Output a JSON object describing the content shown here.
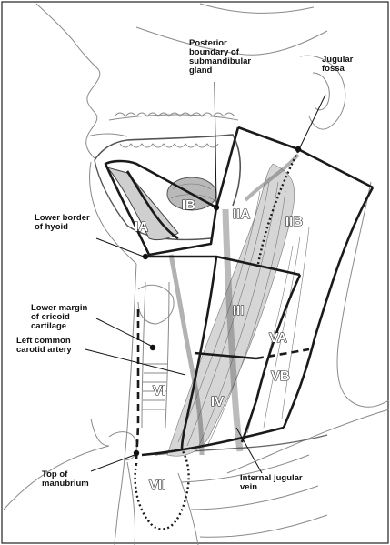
{
  "annotations": {
    "posterior_boundary": [
      "Posterior",
      "boundary of",
      "submandibular",
      "gland"
    ],
    "jugular_fossa": [
      "Jugular",
      "fossa"
    ],
    "lower_border_hyoid": [
      "Lower border",
      "of hyoid"
    ],
    "lower_margin_cricoid": [
      "Lower margin",
      "of cricoid",
      "cartilage"
    ],
    "left_common_carotid": [
      "Left common",
      "carotid artery"
    ],
    "top_of_manubrium": [
      "Top of",
      "manubrium"
    ],
    "internal_jugular_vein": [
      "Internal jugular",
      "vein"
    ]
  },
  "regions": {
    "IA": "IA",
    "IB": "IB",
    "IIA": "IIA",
    "IIB": "IIB",
    "III": "III",
    "IV": "IV",
    "VA": "VA",
    "VB": "VB",
    "VI": "VI",
    "VII": "VII"
  },
  "colors": {
    "outline": "#1a1a1a",
    "sketch": "#8a8a8a",
    "shade": "#c8c8c8",
    "background": "#ffffff"
  }
}
